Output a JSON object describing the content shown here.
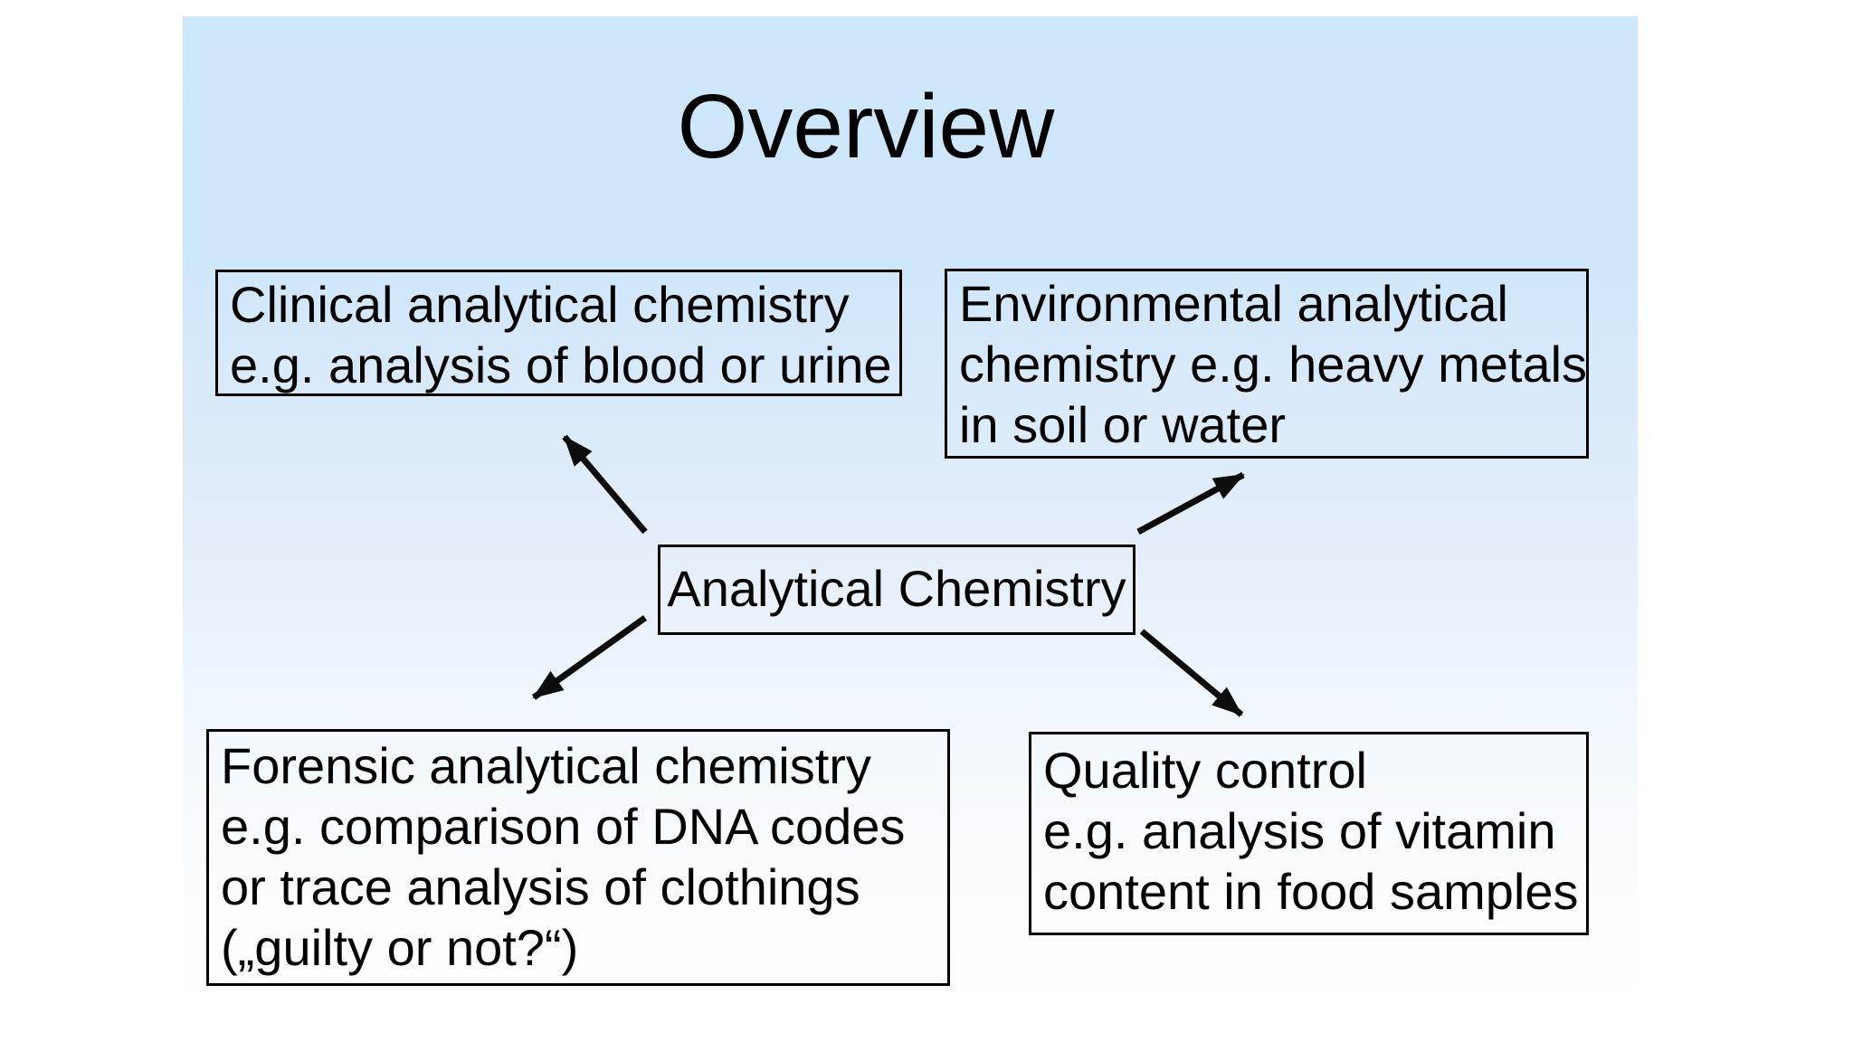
{
  "slide": {
    "title": "Overview",
    "center_box": {
      "label": "Analytical Chemistry"
    },
    "boxes": {
      "clinical": {
        "lines": [
          "Clinical analytical chemistry",
          "e.g. analysis of blood or urine"
        ]
      },
      "environmental": {
        "lines": [
          "Environmental analytical",
          "chemistry e.g. heavy metals",
          "in soil or water"
        ]
      },
      "forensic": {
        "lines": [
          "Forensic analytical chemistry",
          "e.g. comparison of DNA codes",
          "or trace analysis of clothings",
          "(„guilty or not?“)"
        ]
      },
      "quality": {
        "lines": [
          "Quality control",
          "e.g. analysis of vitamin",
          "content in food samples"
        ]
      }
    },
    "diagram": {
      "type": "hub-and-spoke",
      "hub": "Analytical Chemistry",
      "connections": [
        {
          "from": "Analytical Chemistry",
          "to": "Clinical analytical chemistry",
          "direction": "up-left"
        },
        {
          "from": "Analytical Chemistry",
          "to": "Environmental analytical chemistry",
          "direction": "up-right"
        },
        {
          "from": "Analytical Chemistry",
          "to": "Forensic analytical chemistry",
          "direction": "down-left"
        },
        {
          "from": "Analytical Chemistry",
          "to": "Quality control",
          "direction": "down-right"
        }
      ]
    },
    "colors": {
      "slide_background_top": "#cee7fb",
      "slide_background_bottom": "#ffffff",
      "page_margin": "#ffffff",
      "box_border": "#000000",
      "text": "#000000",
      "arrow": "#0d0d0d"
    }
  }
}
